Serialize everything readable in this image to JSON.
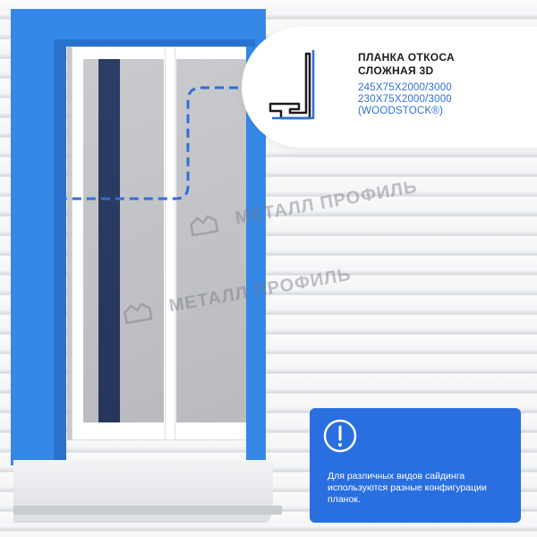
{
  "callout": {
    "title_line1": "ПЛАНКА ОТКОСА",
    "title_line2": "СЛОЖНАЯ 3D",
    "spec1": "245X75X2000/3000",
    "spec2": "230X75X2000/3000",
    "spec3": "(WOODSTOCK®)"
  },
  "info": {
    "text": "Для различных видов сайдинга используются разные конфигурации планок.",
    "icon": "exclamation-circle-icon"
  },
  "watermark": {
    "text": "МЕТАЛЛ ПРОФИЛЬ"
  },
  "colors": {
    "trim_blue": "#3588e6",
    "accent_blue": "#2f6fd6",
    "info_blue": "#2a6fe0"
  }
}
